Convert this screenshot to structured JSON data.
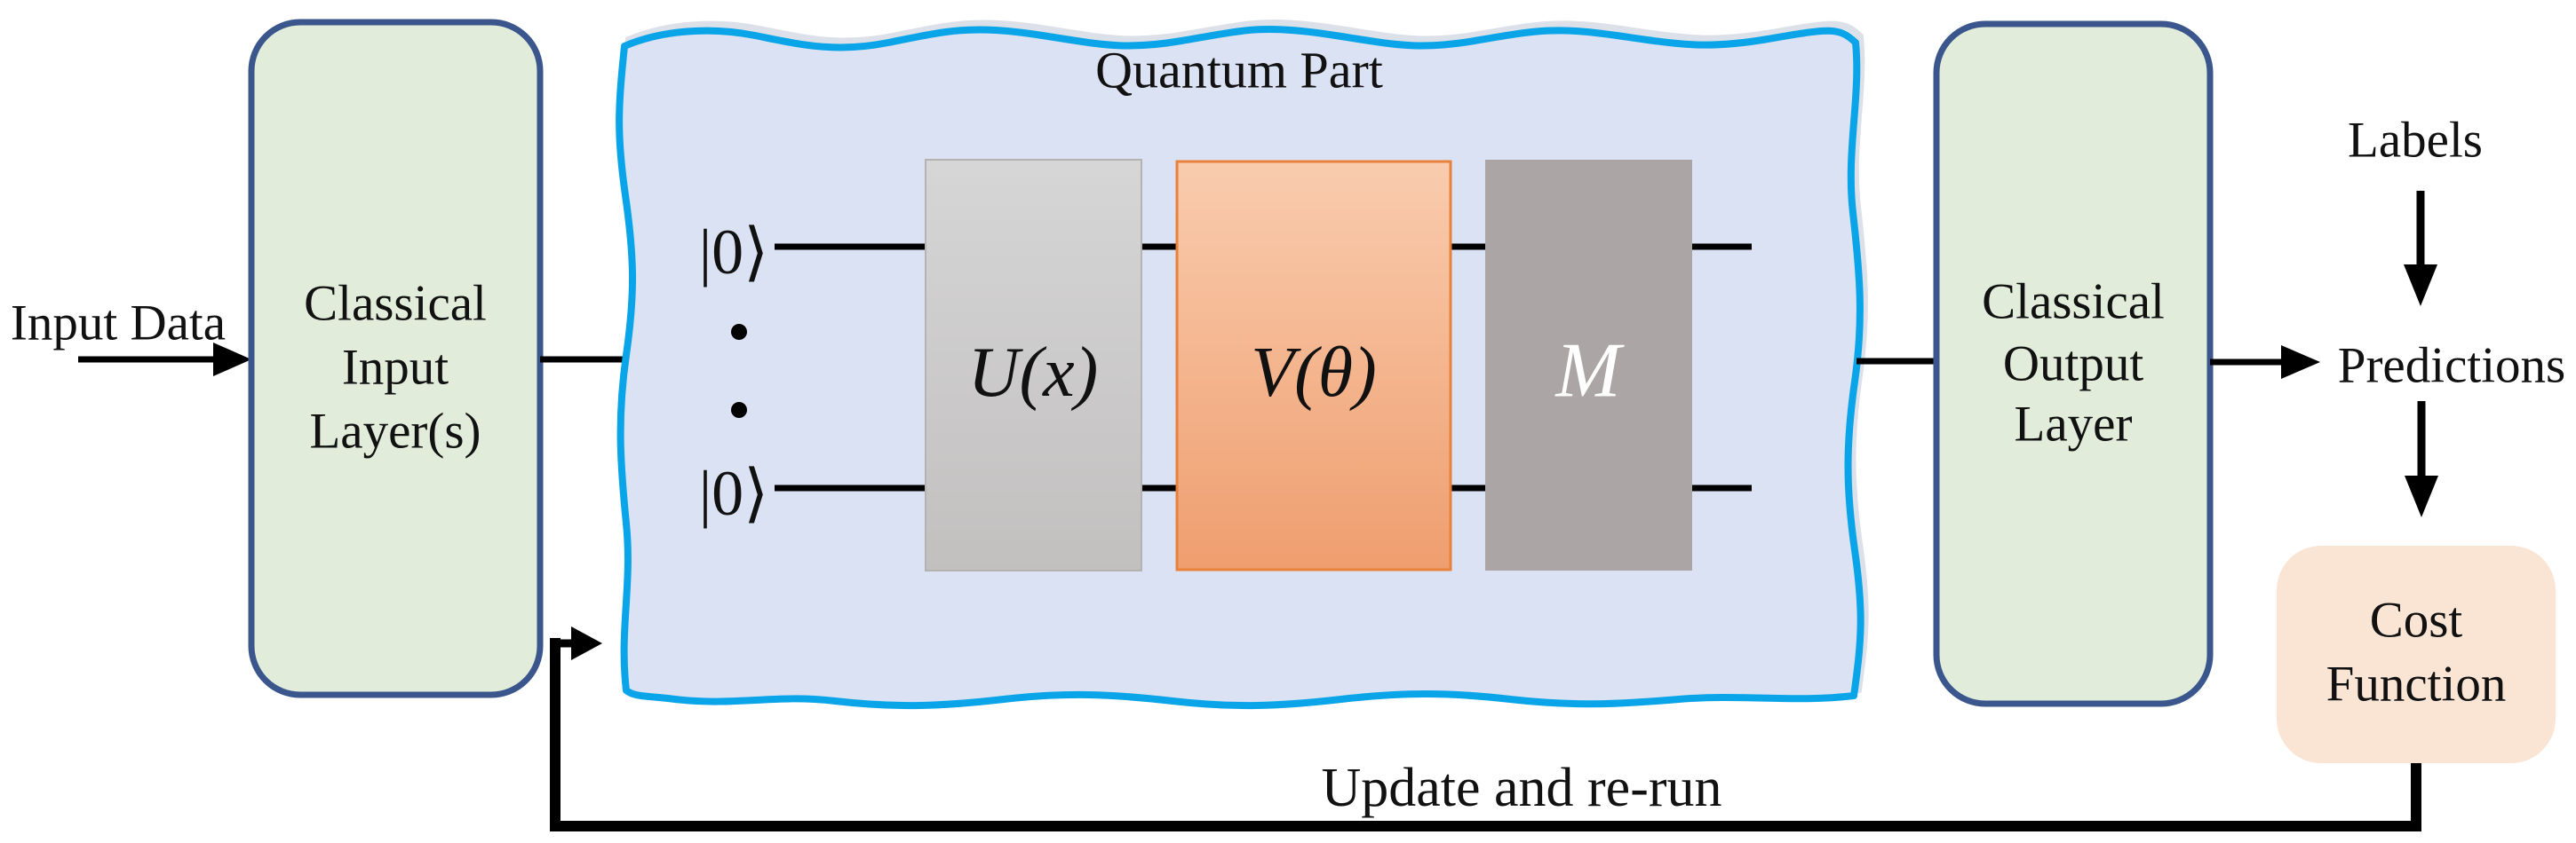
{
  "input_data_label": "Input Data",
  "classical_input": {
    "lines": [
      "Classical",
      "Input",
      "Layer(s)"
    ]
  },
  "quantum": {
    "title": "Quantum Part",
    "kets": [
      "|0⟩",
      "|0⟩"
    ],
    "gates": [
      {
        "label": "U(x)"
      },
      {
        "label": "V(θ)"
      },
      {
        "label": "M"
      }
    ]
  },
  "classical_output": {
    "lines": [
      "Classical",
      "Output",
      "Layer"
    ]
  },
  "labels_label": "Labels",
  "predictions_label": "Predictions",
  "cost_function": {
    "lines": [
      "Cost",
      "Function"
    ]
  },
  "feedback_label": "Update and re-run",
  "colors": {
    "background": "#FFFFFF",
    "classical_box_fill": "#E1EDDA",
    "classical_box_border": "#3A568C",
    "quantum_panel_fill": "#DBE2F4",
    "quantum_panel_border": "#0AA5E8",
    "u_gate_top": "#D6D6D6",
    "u_gate_bottom": "#C2BFBF",
    "u_gate_border": "#B5B2B2",
    "v_gate_top": "#F9CCAE",
    "v_gate_bottom": "#EF9E6F",
    "v_gate_border": "#E8813B",
    "m_gate_fill": "#ABA5A5",
    "m_gate_text": "#FFFFFF",
    "cost_box_fill": "#FAE5D5",
    "line_color": "#000000",
    "text_color": "#111111"
  }
}
